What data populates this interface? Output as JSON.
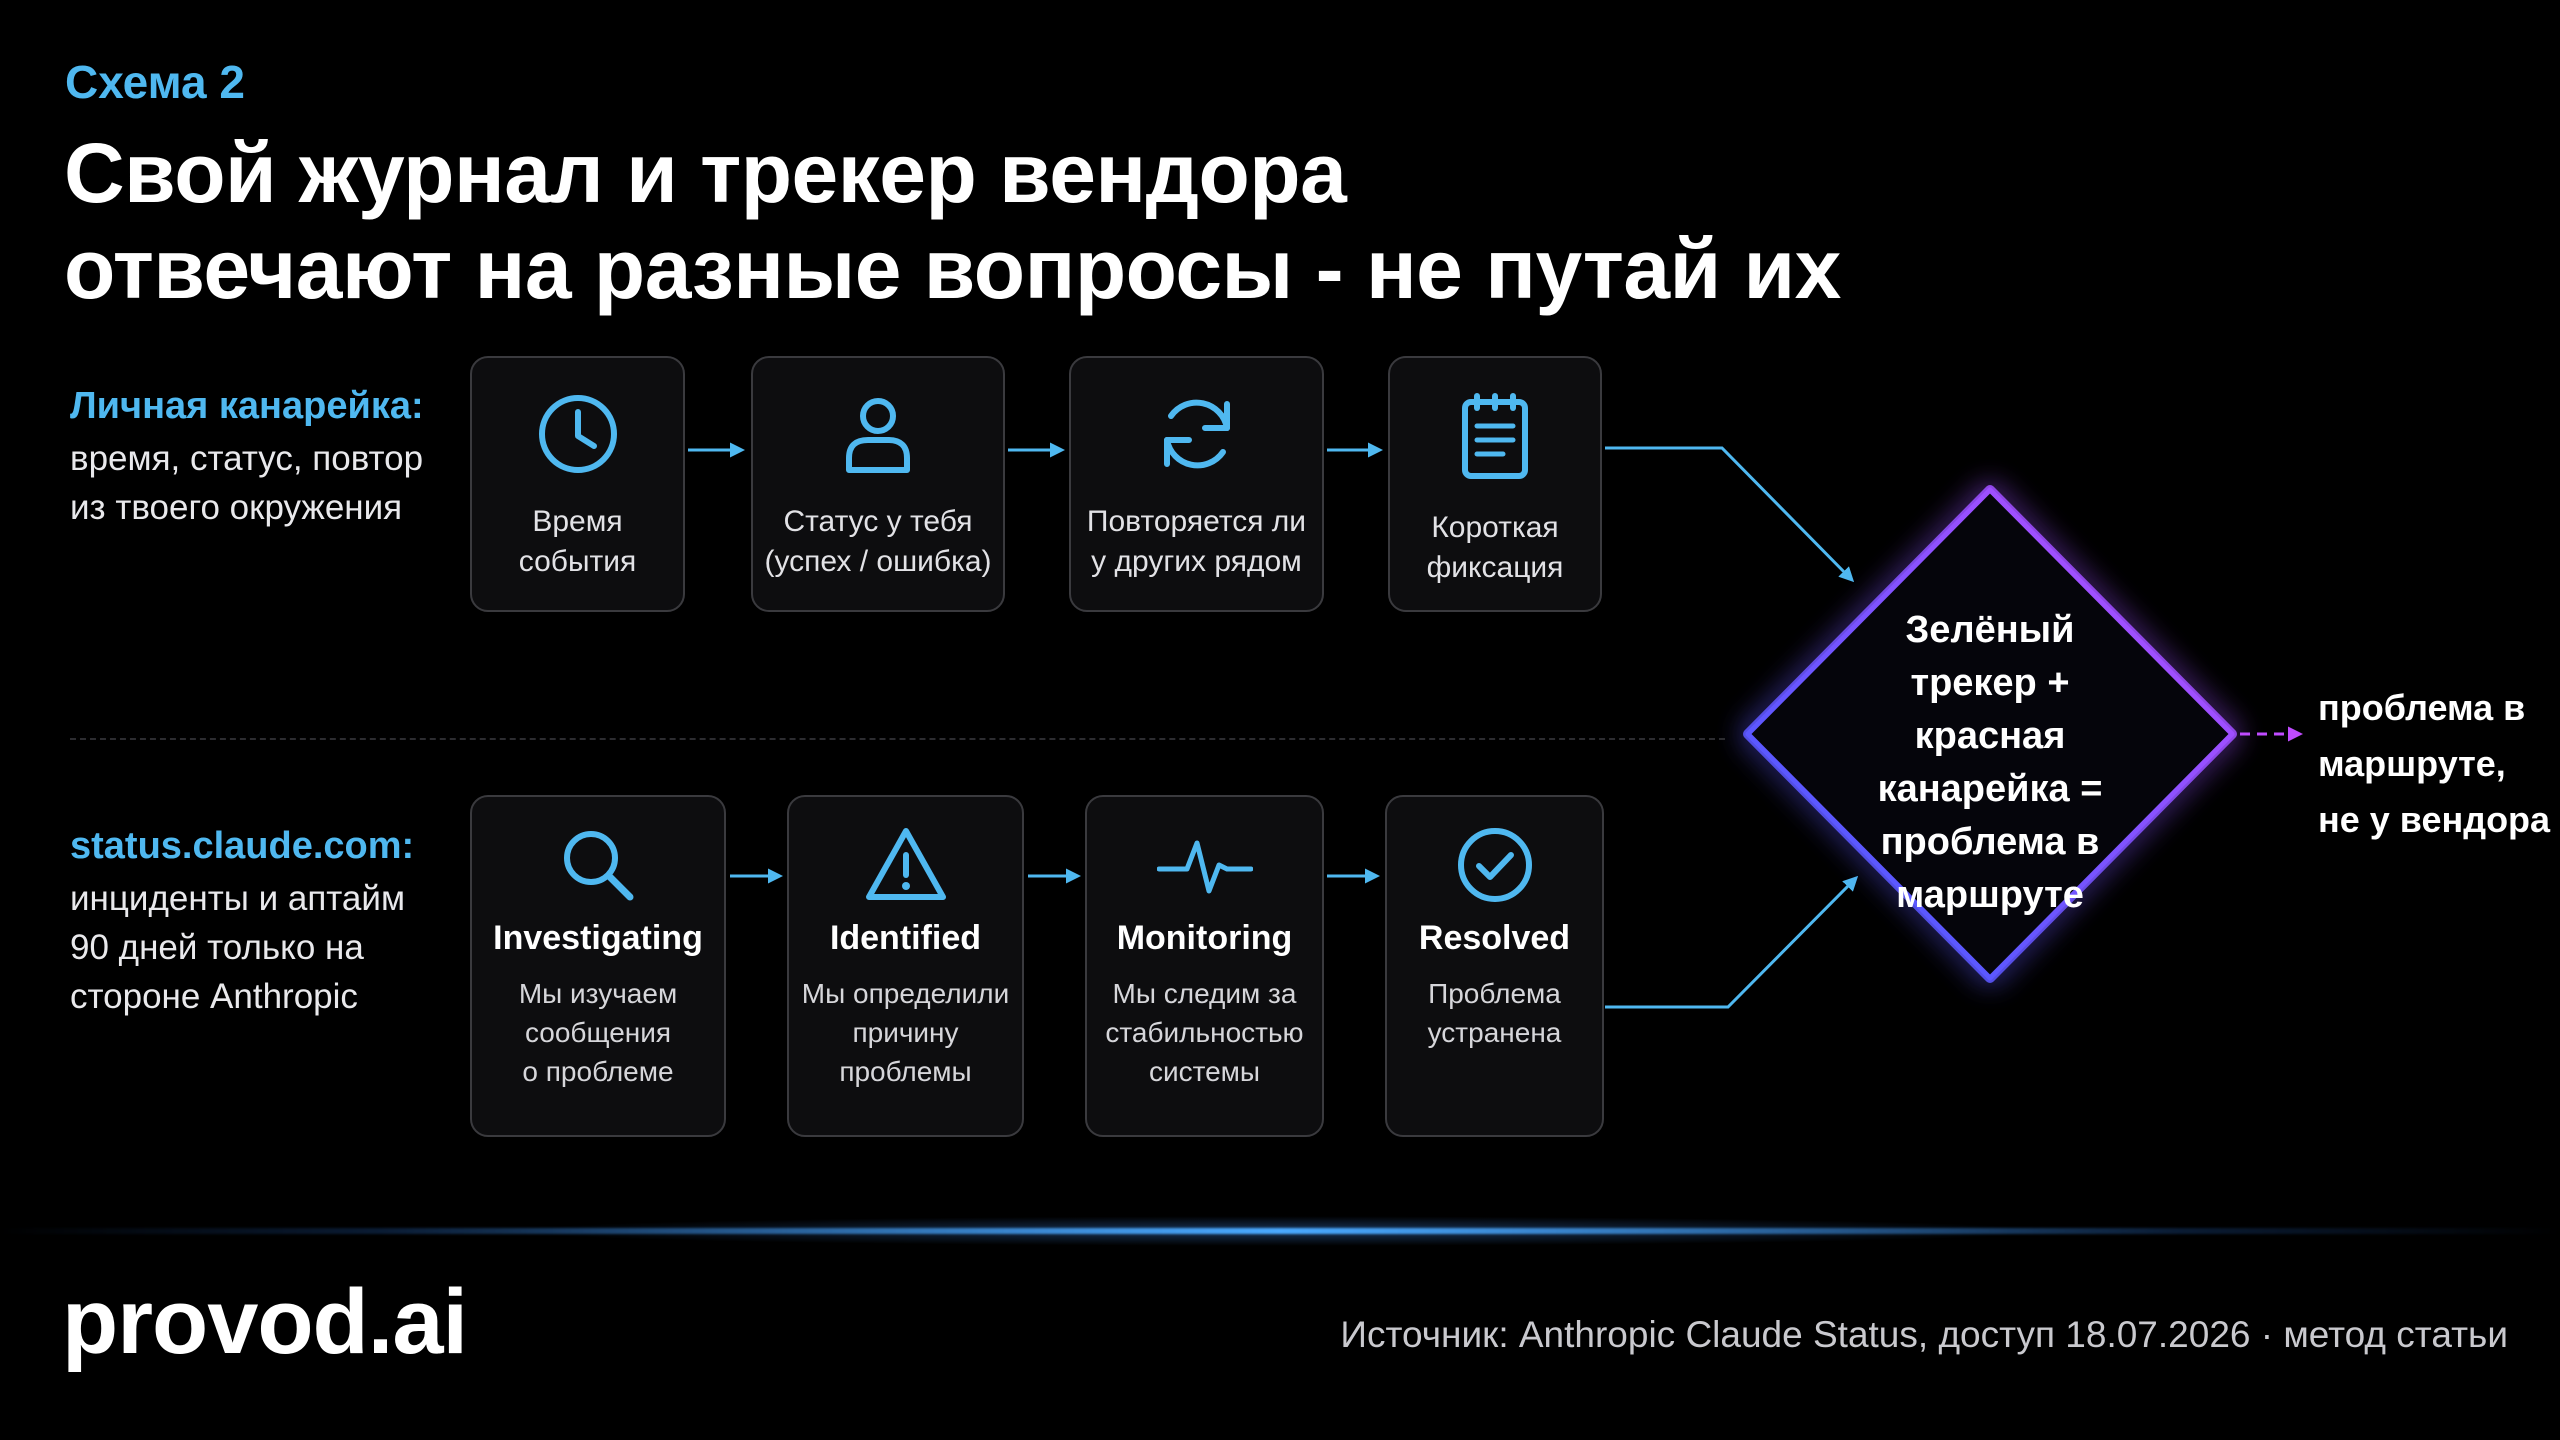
{
  "header": {
    "eyebrow": "Схема 2",
    "title_line1": "Свой журнал и трекер вендора",
    "title_line2": "отвечают на разные вопросы - не путай их"
  },
  "row1": {
    "label": "Личная канарейка:",
    "sub_line1": "время, статус, повтор",
    "sub_line2": "из твоего окружения",
    "cards": [
      {
        "icon": "clock-icon",
        "line1": "Время",
        "line2": "события"
      },
      {
        "icon": "user-icon",
        "line1": "Статус у тебя",
        "line2": "(успех / ошибка)"
      },
      {
        "icon": "refresh-icon",
        "line1": "Повторяется ли",
        "line2": "у других рядом"
      },
      {
        "icon": "clipboard-icon",
        "line1": "Короткая",
        "line2": "фиксация"
      }
    ]
  },
  "row2": {
    "label": "status.claude.com:",
    "sub_line1": "инциденты и аптайм",
    "sub_line2": "90 дней только на",
    "sub_line3": "стороне Anthropic",
    "cards": [
      {
        "icon": "search-icon",
        "state": "Investigating",
        "d1": "Мы изучаем",
        "d2": "сообщения",
        "d3": "о проблеме"
      },
      {
        "icon": "warning-icon",
        "state": "Identified",
        "d1": "Мы определили",
        "d2": "причину",
        "d3": "проблемы"
      },
      {
        "icon": "pulse-icon",
        "state": "Monitoring",
        "d1": "Мы следим за",
        "d2": "стабильностью",
        "d3": "системы"
      },
      {
        "icon": "check-circle-icon",
        "state": "Resolved",
        "d1": "Проблема",
        "d2": "устранена",
        "d3": ""
      }
    ]
  },
  "decision": {
    "line1": "Зелёный",
    "line2": "трекер + красная",
    "line3": "канарейка =",
    "line4": "проблема в",
    "line5": "маршруте"
  },
  "result": {
    "line1": "проблема в",
    "line2": "маршруте,",
    "line3": "не у вендора"
  },
  "footer": {
    "logo": "provod.ai",
    "source": "Источник: Anthropic Claude Status, доступ 18.07.2026 · метод статьи"
  },
  "colors": {
    "accent_blue": "#4fb8f0",
    "diamond_gradient_start": "#3a5cff",
    "diamond_gradient_end": "#c04bff"
  }
}
